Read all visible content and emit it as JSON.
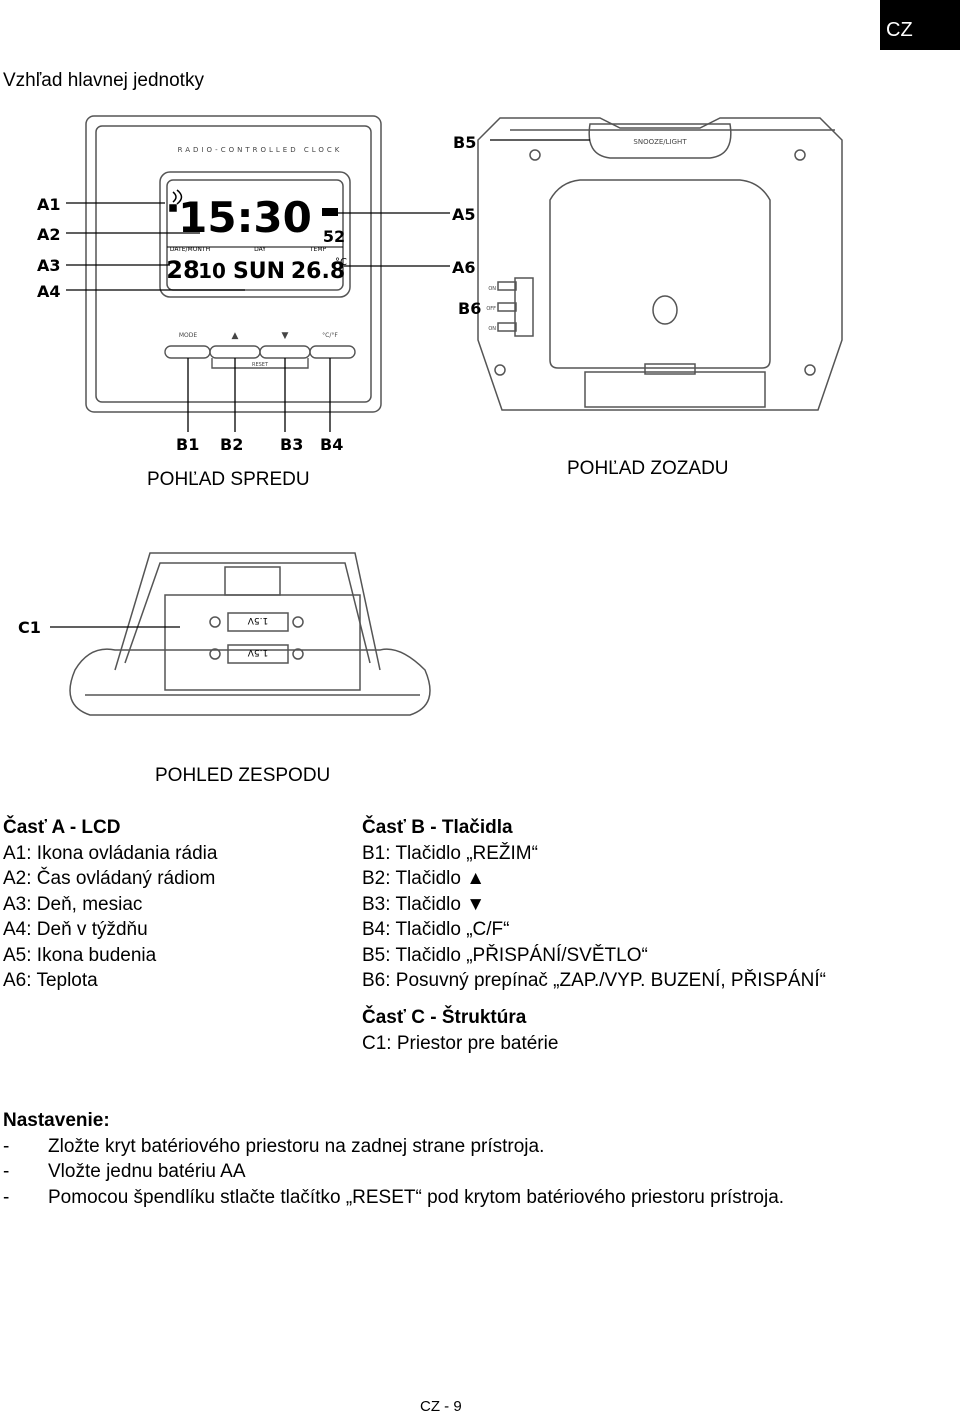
{
  "badge": "CZ",
  "title": "Vzhľad hlavnej jednotky",
  "front": {
    "caption": "POHĽAD SPREDU",
    "brand": "RADIO-CONTROLLED CLOCK",
    "lcd": {
      "time": "15:30",
      "seconds": "52",
      "date": "28",
      "month": "10",
      "weekday": "SUN",
      "temperature": "26.8",
      "unit": "°C",
      "sub_date_label": "DATE/MONTH",
      "sub_day_label": "DAY",
      "sub_temp_label": "TEMP"
    },
    "button_labels": [
      "MODE",
      "▲",
      "▼",
      "°C/°F"
    ],
    "reset_label": "RESET",
    "callouts": [
      "A1",
      "A2",
      "A3",
      "A4",
      "B1",
      "B2",
      "B3",
      "B4"
    ]
  },
  "back": {
    "caption": "POHĽAD ZOZADU",
    "snooze_label": "SNOOZE/LIGHT",
    "switch_labels": [
      "ON",
      "OFF",
      "ON"
    ],
    "callouts": [
      "B5",
      "A5",
      "A6",
      "B6"
    ]
  },
  "bottom": {
    "caption": "POHLED ZESPODU",
    "battery_label": "1.5V",
    "callout": "C1"
  },
  "part_a": {
    "heading": "Časť A - LCD",
    "items": [
      "A1: Ikona ovládania rádia",
      "A2: Čas ovládaný rádiom",
      "A3: Deň, mesiac",
      "A4: Deň v týždňu",
      "A5: Ikona budenia",
      "A6: Teplota"
    ]
  },
  "part_b": {
    "heading": "Časť B - Tlačidla",
    "items": [
      "B1: Tlačidlo „REŽIM“",
      "B2: Tlačidlo ▲",
      "B3: Tlačidlo ▼",
      "B4: Tlačidlo „C/F“",
      "B5: Tlačidlo „PŘISPÁNÍ/SVĚTLO“",
      "B6: Posuvný prepínač „ZAP./VYP. BUZENÍ, PŘISPÁNÍ“"
    ]
  },
  "part_c": {
    "heading": "Časť C - Štruktúra",
    "items": [
      "C1: Priestor pre batérie"
    ]
  },
  "setup": {
    "heading": "Nastavenie:",
    "steps": [
      "Zložte kryt batériového priestoru na zadnej strane prístroja.",
      "Vložte jednu batériu AA",
      "Pomocou špendlíku stlačte tlačítko „RESET“ pod krytom batériového priestoru prístroja."
    ]
  },
  "footer": "CZ - 9"
}
